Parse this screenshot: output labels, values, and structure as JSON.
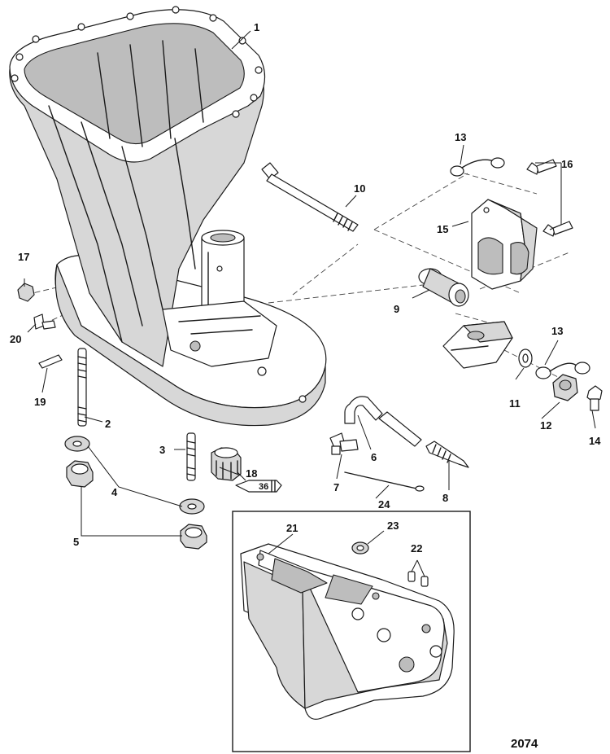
{
  "figure_number": "2074",
  "callouts": [
    "1",
    "2",
    "3",
    "4",
    "5",
    "6",
    "7",
    "8",
    "9",
    "10",
    "11",
    "12",
    "13",
    "13",
    "14",
    "15",
    "16",
    "17",
    "18",
    "19",
    "20",
    "21",
    "22",
    "23",
    "24"
  ],
  "tube_label": "36",
  "colors": {
    "line": "#1a1a1a",
    "shade": "#d7d7d7",
    "shade_dark": "#bdbdbd",
    "background": "#ffffff"
  },
  "parts": [
    {
      "item": "1",
      "depicts": "driveshaft-housing"
    },
    {
      "item": "2",
      "depicts": "stud-long"
    },
    {
      "item": "3",
      "depicts": "stud-short"
    },
    {
      "item": "4",
      "depicts": "washer"
    },
    {
      "item": "5",
      "depicts": "nut"
    },
    {
      "item": "6",
      "depicts": "water-tube"
    },
    {
      "item": "7",
      "depicts": "elbow-fitting"
    },
    {
      "item": "8",
      "depicts": "hose-fitting"
    },
    {
      "item": "9",
      "depicts": "bushing"
    },
    {
      "item": "10",
      "depicts": "bolt-long"
    },
    {
      "item": "11",
      "depicts": "washer-small"
    },
    {
      "item": "12",
      "depicts": "anode-nut"
    },
    {
      "item": "13",
      "depicts": "ground-strap"
    },
    {
      "item": "14",
      "depicts": "screw-short"
    },
    {
      "item": "15",
      "depicts": "mount-bracket"
    },
    {
      "item": "16",
      "depicts": "bolt-pair"
    },
    {
      "item": "17",
      "depicts": "plug"
    },
    {
      "item": "18",
      "depicts": "coupler-nut"
    },
    {
      "item": "19",
      "depicts": "dowel-pin"
    },
    {
      "item": "20",
      "depicts": "elbow-small"
    },
    {
      "item": "21",
      "depicts": "spacer-plate"
    },
    {
      "item": "22",
      "depicts": "dowel-pair"
    },
    {
      "item": "23",
      "depicts": "seal-washer"
    },
    {
      "item": "24",
      "depicts": "cotter-pin"
    }
  ]
}
